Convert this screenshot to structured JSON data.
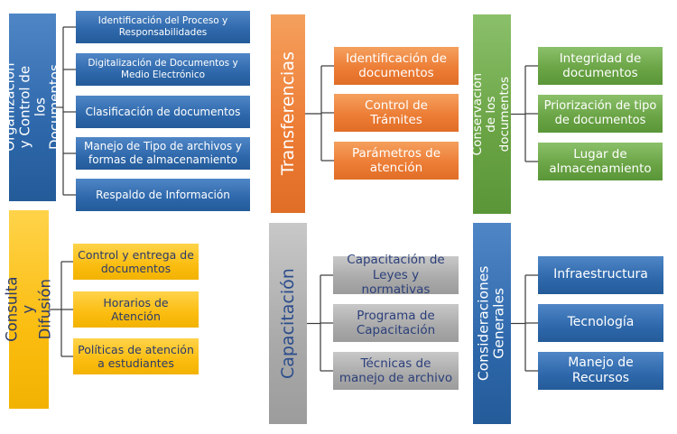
{
  "colors": {
    "blue": "#2e68ab",
    "orange": "#ec7b33",
    "green": "#69a344",
    "yellow": "#fbbd10",
    "gray": "#a9a9a9",
    "connector": "#3a3a3a"
  },
  "groups": [
    {
      "id": "org",
      "title": "Organización y Control de\nlos Documentos",
      "items": [
        "Identificación del Proceso y\nResponsabilidades",
        "Digitalización de Documentos y\nMedio Electrónico",
        "Clasificación de documentos",
        "Manejo de Tipo de archivos y\nformas de almacenamiento",
        "Respaldo de Información"
      ]
    },
    {
      "id": "trans",
      "title": "Transferencias",
      "items": [
        "Identificación de\ndocumentos",
        "Control de\nTrámites",
        "Parámetros de\natención"
      ]
    },
    {
      "id": "cons",
      "title": "Conservación de los\ndocumentos",
      "items": [
        "Integridad de\ndocumentos",
        "Priorización de tipo\nde documentos",
        "Lugar de\nalmacenamiento"
      ]
    },
    {
      "id": "cdif",
      "title": "Consulta y Difusión",
      "items": [
        "Control y entrega de\ndocumentos",
        "Horarios de Atención",
        "Políticas de atención\na estudiantes"
      ]
    },
    {
      "id": "cap",
      "title": "Capacitación",
      "items": [
        "Capacitación de\nLeyes y normativas",
        "Programa de\nCapacitación",
        "Técnicas de\nmanejo de archivo"
      ]
    },
    {
      "id": "consg",
      "title": "Consideraciones\nGenerales",
      "items": [
        "Infraestructura",
        "Tecnología",
        "Manejo de\nRecursos"
      ]
    }
  ]
}
